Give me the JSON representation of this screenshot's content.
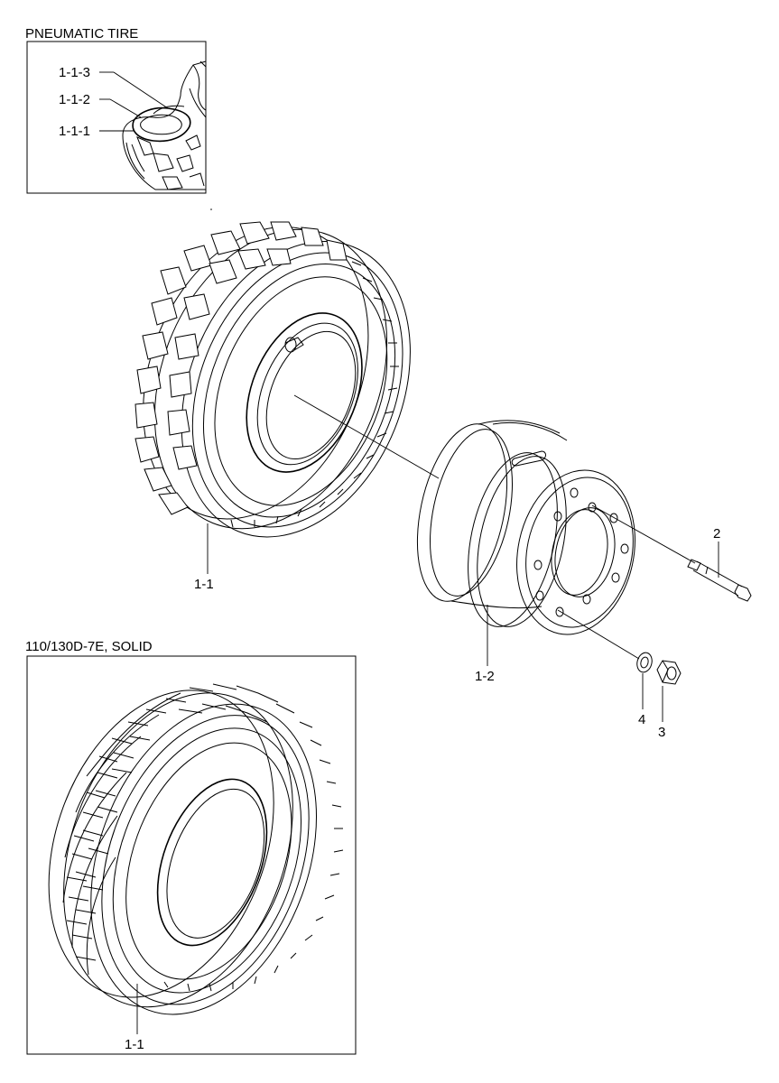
{
  "insets": {
    "pneumatic": {
      "title": "PNEUMATIC TIRE"
    },
    "solid": {
      "title": "110/130D-7E, SOLID"
    }
  },
  "callouts": {
    "c_1_1_3": "1-1-3",
    "c_1_1_2": "1-1-2",
    "c_1_1_1": "1-1-1",
    "c_1_1_main": "1-1",
    "c_1_2": "1-2",
    "c_2": "2",
    "c_4": "4",
    "c_3": "3",
    "c_1_1_solid": "1-1"
  }
}
